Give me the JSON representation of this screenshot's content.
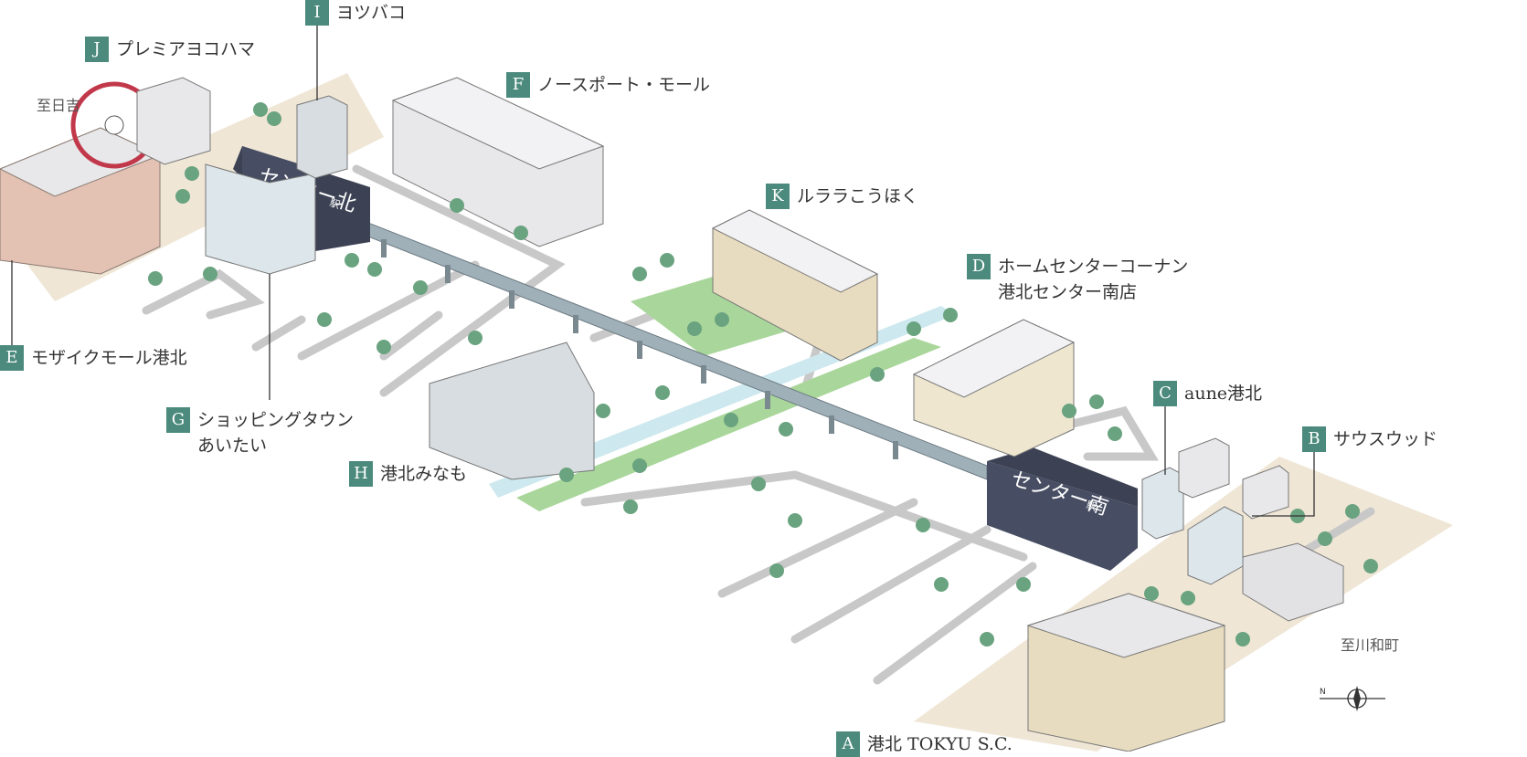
{
  "stations": [
    {
      "id": "north",
      "name": "センター北",
      "suffix": "駅"
    },
    {
      "id": "south",
      "name": "センター南",
      "suffix": "駅"
    }
  ],
  "directions": [
    {
      "id": "hiyoshi",
      "text": "至日吉"
    },
    {
      "id": "kawawacho",
      "text": "至川和町"
    }
  ],
  "places": [
    {
      "letter": "A",
      "lines": [
        "港北 TOKYU S.C."
      ]
    },
    {
      "letter": "B",
      "lines": [
        "サウスウッド"
      ]
    },
    {
      "letter": "C",
      "lines": [
        "aune港北"
      ]
    },
    {
      "letter": "D",
      "lines": [
        "ホームセンターコーナン",
        "港北センター南店"
      ]
    },
    {
      "letter": "E",
      "lines": [
        "モザイクモール港北"
      ]
    },
    {
      "letter": "F",
      "lines": [
        "ノースポート・モール"
      ]
    },
    {
      "letter": "G",
      "lines": [
        "ショッピングタウン",
        "あいたい"
      ]
    },
    {
      "letter": "H",
      "lines": [
        "港北みなも"
      ]
    },
    {
      "letter": "I",
      "lines": [
        "ヨツバコ"
      ]
    },
    {
      "letter": "J",
      "lines": [
        "プレミアヨコハマ"
      ]
    },
    {
      "letter": "K",
      "lines": [
        "ルララこうほく"
      ]
    }
  ],
  "compass": {
    "text": "N",
    "icon": "compass-icon"
  },
  "colors": {
    "badge": "#4b8a7c",
    "station": "#474e63",
    "rail": "#9fb0b8",
    "ground": "#efe6d6",
    "road": "#c8c8c8",
    "grass": "#a9d69a",
    "water": "#cde8ee",
    "tree": "#6aa37f",
    "building": "#e8e8ea",
    "window": "#5fb3c0"
  }
}
